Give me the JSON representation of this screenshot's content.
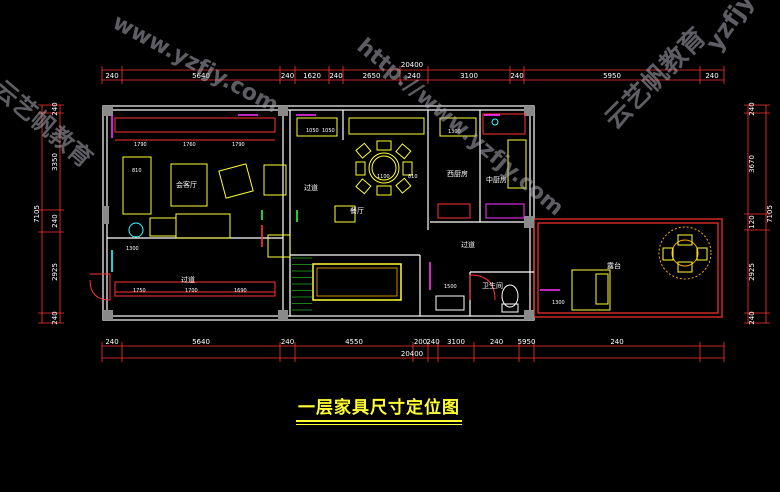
{
  "drawing_title": "一层家具尺寸定位图",
  "dims_top": {
    "total": "20400",
    "segments": [
      "240",
      "5640",
      "240",
      "1620",
      "240",
      "2650",
      "240",
      "3100",
      "240",
      "5950",
      "240"
    ]
  },
  "dims_bottom": {
    "total": "20400",
    "segments": [
      "240",
      "5640",
      "240",
      "4550",
      "200",
      "240",
      "3100",
      "240",
      "5950",
      "240"
    ]
  },
  "dims_left": [
    "240",
    "3350",
    "240",
    "2925",
    "240"
  ],
  "dims_left_total": "7105",
  "dims_right": [
    "240",
    "3670",
    "120",
    "2925",
    "240"
  ],
  "dims_right_total": "7105",
  "room_labels": {
    "living": "会客厅",
    "corridor_1": "过道",
    "dining": "餐厅",
    "western_kitchen": "西厨房",
    "chinese_kitchen": "中厨房",
    "corridor_2": "过道",
    "corridor_3": "过道",
    "bathroom": "卫生间",
    "terrace": "露台"
  },
  "inner_dims": [
    "1790",
    "1760",
    "1790",
    "1050",
    "1050",
    "810",
    "1300",
    "1750",
    "1700",
    "1690",
    "1500",
    "1300",
    "1100",
    "810",
    "1300"
  ],
  "watermarks": [
    "www.yzfjy.com",
    "http://www.yzfjy.com",
    "云艺帆教育",
    "yzfjy",
    "云艺帆教育"
  ],
  "colors": {
    "background": "#000000",
    "dimension": "#ff3333",
    "wall": "#ffffff",
    "furniture": "#ffff33",
    "accent_cyan": "#33ffff",
    "accent_magenta": "#ff33ff",
    "accent_green": "#33ff33",
    "title": "#ffff33"
  }
}
